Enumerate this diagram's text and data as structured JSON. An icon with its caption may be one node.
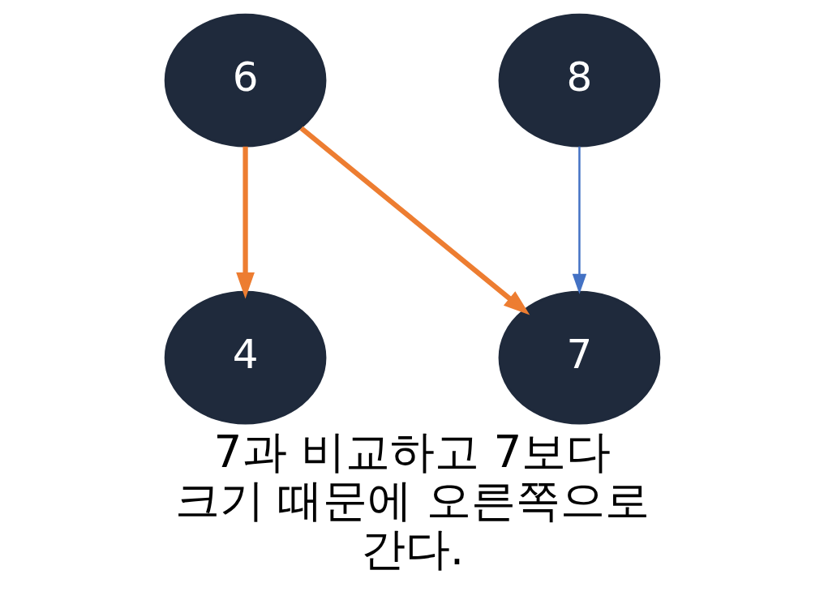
{
  "diagram": {
    "caption": "7과 비교하고 7보다 크기 때문에 오른쪽으로 간다.",
    "nodes": [
      {
        "text": [
          "6"
        ]
      },
      {
        "text": [
          "8"
        ]
      },
      {
        "text": [
          "4"
        ]
      },
      {
        "text": [
          "7"
        ]
      }
    ],
    "edges": [
      {
        "from": 0,
        "to": 2,
        "arrow": "to"
      },
      {
        "from": 0,
        "to": 3,
        "arrow": "to"
      },
      {
        "from": 1,
        "to": 3,
        "arrow": "to",
        "color": "#4472c4"
      }
    ]
  }
}
